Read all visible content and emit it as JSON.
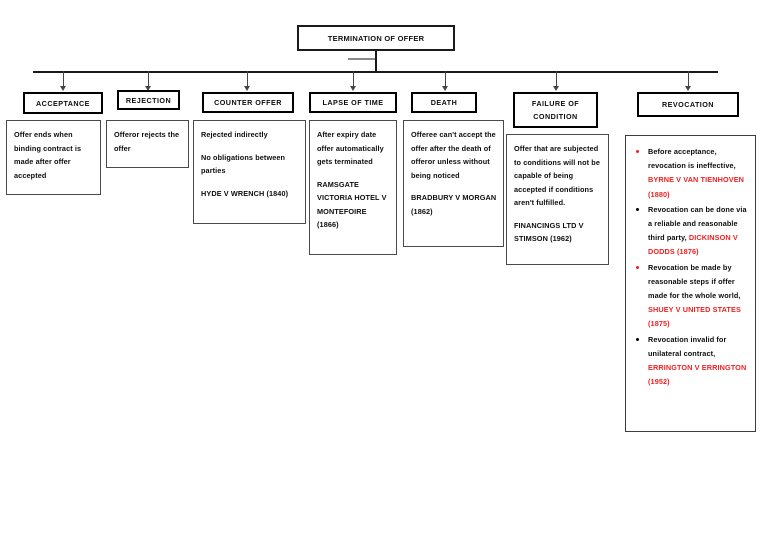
{
  "title": "TERMINATION OF OFFER",
  "colors": {
    "citation_red": "#ee2222",
    "box_border": "#000000",
    "connector": "#444444",
    "text": "#0d0d0d"
  },
  "branches": [
    {
      "id": "acceptance",
      "header": "ACCEPTANCE",
      "paragraphs": [
        {
          "text": "Offer ends when binding contract is made after offer accepted",
          "style": "plain"
        }
      ]
    },
    {
      "id": "rejection",
      "header": "REJECTION",
      "paragraphs": [
        {
          "text": "Offeror rejects the offer",
          "style": "plain"
        }
      ]
    },
    {
      "id": "counter-offer",
      "header": "COUNTER OFFER",
      "paragraphs": [
        {
          "text": "Rejected indirectly",
          "style": "plain"
        },
        {
          "text": "No obligations between parties",
          "style": "plain"
        },
        {
          "text": "HYDE V WRENCH (1840)",
          "style": "citation"
        }
      ]
    },
    {
      "id": "lapse-of-time",
      "header": "LAPSE OF TIME",
      "paragraphs": [
        {
          "text": "After expiry date offer automatically gets terminated",
          "style": "plain"
        },
        {
          "text": "RAMSGATE VICTORIA HOTEL V MONTEFOIRE (1866)",
          "style": "citation"
        }
      ]
    },
    {
      "id": "death",
      "header": "DEATH",
      "paragraphs": [
        {
          "text": "Offeree can't accept the offer after the death of offeror unless without being noticed",
          "style": "plain"
        },
        {
          "text": "BRADBURY V MORGAN (1862)",
          "style": "citation"
        }
      ]
    },
    {
      "id": "failure-of-condition",
      "header": "FAILURE OF CONDITION",
      "paragraphs": [
        {
          "text": "Offer that are subjected to conditions will not be capable of being accepted if conditions aren't fulfilled.",
          "style": "plain"
        },
        {
          "text": "FINANCINGS LTD V STIMSON (1962)",
          "style": "citation"
        }
      ]
    },
    {
      "id": "revocation",
      "header": "REVOCATION",
      "bullets": [
        {
          "bullet_color": "red",
          "lead": "Before acceptance, revocation is ineffective, ",
          "citation": "BYRNE V VAN TIENHOVEN (1880)"
        },
        {
          "bullet_color": "black",
          "lead": "Revocation can be done via a reliable and reasonable third party, ",
          "citation": "DICKINSON V DODDS (1876)"
        },
        {
          "bullet_color": "red",
          "lead": "Revocation be made by reasonable steps if offer made for the whole world, ",
          "citation": "SHUEY V UNITED STATES (1875)"
        },
        {
          "bullet_color": "black",
          "lead": "Revocation invalid for unilateral contract, ",
          "citation": "ERRINGTON V ERRINGTON (1952)"
        }
      ]
    }
  ]
}
